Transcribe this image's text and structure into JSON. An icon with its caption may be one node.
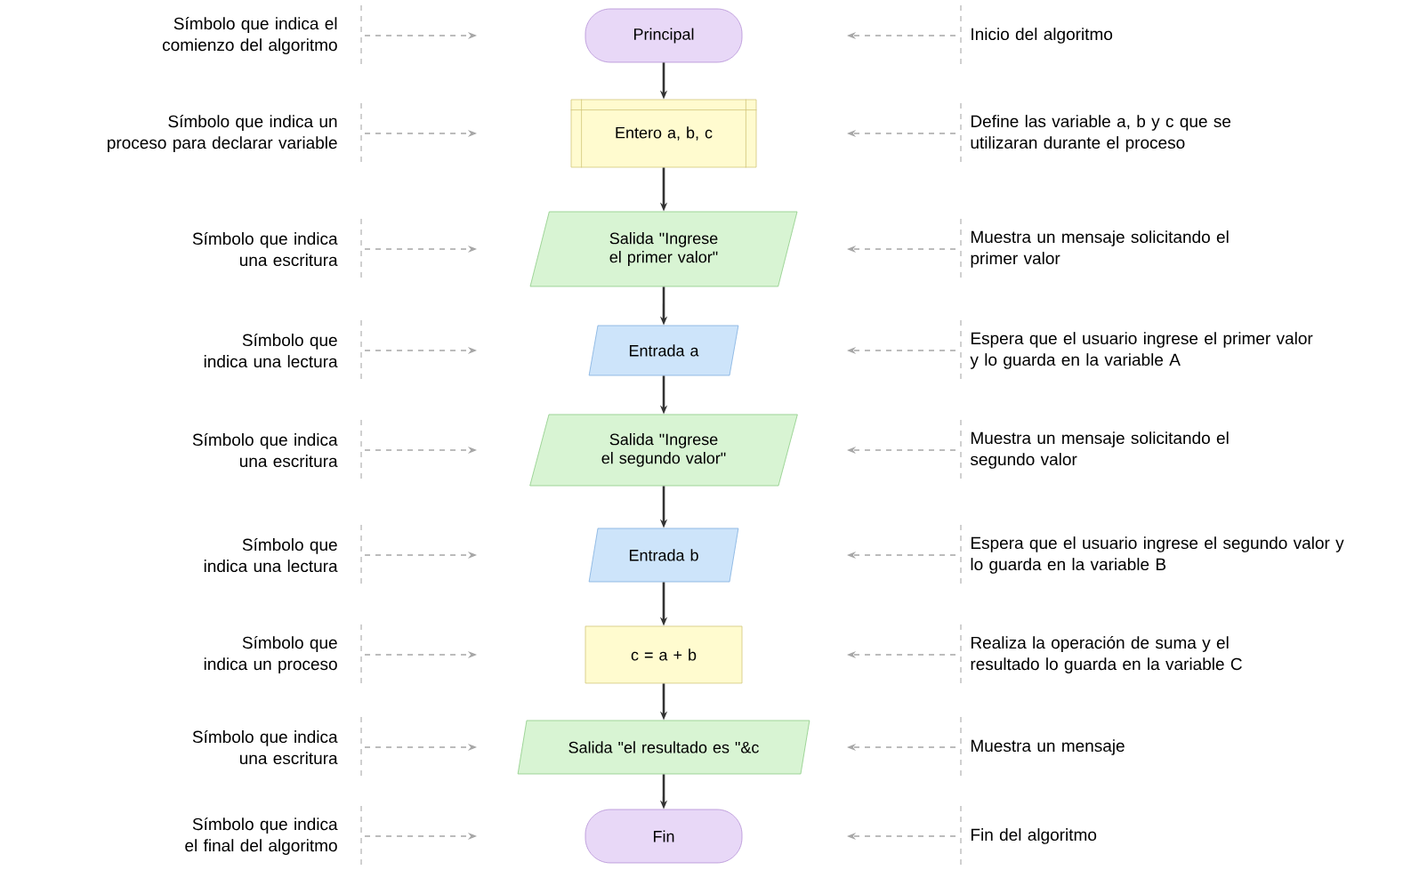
{
  "diagram": {
    "nodes": [
      {
        "text": [
          "Principal"
        ]
      },
      {
        "text": [
          "Entero a, b, c"
        ]
      },
      {
        "text": [
          "Salida \"Ingrese el primer valor\""
        ]
      },
      {
        "text": [
          "Entrada a"
        ]
      },
      {
        "text": [
          "Salida \"Ingrese el segundo valor\""
        ]
      },
      {
        "text": [
          "Entrada b"
        ]
      },
      {
        "text": [
          "c = a + b"
        ]
      },
      {
        "text": [
          "Salida \"el resultado es \"&c"
        ]
      },
      {
        "text": [
          "Fin"
        ]
      },
      {
        "text": [
          "Símbolo que indica el comienzo del algoritmo"
        ]
      },
      {
        "text": [
          "Símbolo que indica un proceso para declarar variable"
        ]
      },
      {
        "text": [
          "Símbolo que indica una escritura"
        ]
      },
      {
        "text": [
          "Símbolo que indica una lectura"
        ]
      },
      {
        "text": [
          "Símbolo que indica una escritura"
        ]
      },
      {
        "text": [
          "Símbolo que indica una lectura"
        ]
      },
      {
        "text": [
          "Símbolo que indica un proceso"
        ]
      },
      {
        "text": [
          "Símbolo que indica una escritura"
        ]
      },
      {
        "text": [
          "Símbolo que indica el final del algoritmo"
        ]
      },
      {
        "text": [
          "Inicio del algoritmo"
        ]
      },
      {
        "text": [
          "Define las variable a, b y c que se utilizaran durante el proceso"
        ]
      },
      {
        "text": [
          "Muestra un mensaje solicitando el primer valor"
        ]
      },
      {
        "text": [
          "Espera que el usuario ingrese el primer valor y lo guarda en la variable A"
        ]
      },
      {
        "text": [
          "Muestra un mensaje solicitando el segundo valor"
        ]
      },
      {
        "text": [
          "Espera que el usuario ingrese el segundo valor y lo guarda en la variable B"
        ]
      },
      {
        "text": [
          "Realiza la operación de suma y el resultado lo guarda en la variable C"
        ]
      },
      {
        "text": [
          "Muestra un mensaje"
        ]
      },
      {
        "text": [
          "Fin del algoritmo"
        ]
      }
    ],
    "edges": [
      {
        "from": 0,
        "to": 1,
        "arrow": "to",
        "color": "#333333"
      },
      {
        "from": 1,
        "to": 2,
        "arrow": "to",
        "color": "#333333"
      },
      {
        "from": 2,
        "to": 3,
        "arrow": "to",
        "color": "#333333"
      },
      {
        "from": 3,
        "to": 4,
        "arrow": "to",
        "color": "#333333"
      },
      {
        "from": 4,
        "to": 5,
        "arrow": "to",
        "color": "#333333"
      },
      {
        "from": 5,
        "to": 6,
        "arrow": "to",
        "color": "#333333"
      },
      {
        "from": 6,
        "to": 7,
        "arrow": "to",
        "color": "#333333"
      },
      {
        "from": 7,
        "to": 8,
        "arrow": "to",
        "color": "#333333"
      },
      {
        "from": 9,
        "to": null,
        "arrow": "to",
        "style": "dashed"
      },
      {
        "from": 10,
        "to": null,
        "arrow": "to",
        "style": "dashed"
      },
      {
        "from": 11,
        "to": null,
        "arrow": "to",
        "style": "dashed"
      },
      {
        "from": 12,
        "to": null,
        "arrow": "to",
        "style": "dashed"
      },
      {
        "from": 13,
        "to": null,
        "arrow": "to",
        "style": "dashed"
      },
      {
        "from": 14,
        "to": null,
        "arrow": "to",
        "style": "dashed"
      },
      {
        "from": 15,
        "to": null,
        "arrow": "to",
        "style": "dashed"
      },
      {
        "from": 16,
        "to": null,
        "arrow": "to",
        "style": "dashed"
      },
      {
        "from": 17,
        "to": null,
        "arrow": "to",
        "style": "dashed"
      },
      {
        "from": 18,
        "to": null,
        "arrow": "to",
        "style": "dashed"
      },
      {
        "from": 19,
        "to": null,
        "arrow": "to",
        "style": "dashed"
      },
      {
        "from": 20,
        "to": null,
        "arrow": "to",
        "style": "dashed"
      },
      {
        "from": 21,
        "to": null,
        "arrow": "to",
        "style": "dashed"
      },
      {
        "from": 22,
        "to": null,
        "arrow": "to",
        "style": "dashed"
      },
      {
        "from": 23,
        "to": null,
        "arrow": "to",
        "style": "dashed"
      },
      {
        "from": 24,
        "to": null,
        "arrow": "to",
        "style": "dashed"
      },
      {
        "from": 25,
        "to": null,
        "arrow": "to",
        "style": "dashed"
      },
      {
        "from": 26,
        "to": null,
        "arrow": "to",
        "style": "dashed"
      }
    ]
  }
}
